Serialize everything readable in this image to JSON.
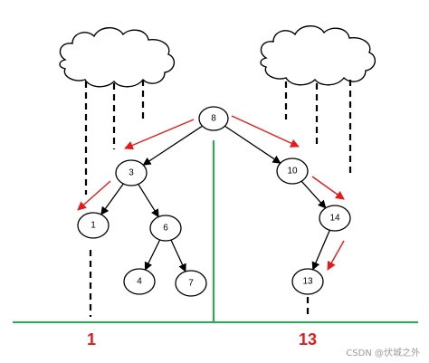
{
  "nodes": [
    {
      "id": "8",
      "label": "8"
    },
    {
      "id": "3",
      "label": "3"
    },
    {
      "id": "10",
      "label": "10"
    },
    {
      "id": "1",
      "label": "1"
    },
    {
      "id": "6",
      "label": "6"
    },
    {
      "id": "14",
      "label": "14"
    },
    {
      "id": "4",
      "label": "4"
    },
    {
      "id": "7",
      "label": "7"
    },
    {
      "id": "13",
      "label": "13"
    }
  ],
  "edges": [
    {
      "from": "8",
      "to": "3"
    },
    {
      "from": "8",
      "to": "10"
    },
    {
      "from": "3",
      "to": "1"
    },
    {
      "from": "3",
      "to": "6"
    },
    {
      "from": "6",
      "to": "4"
    },
    {
      "from": "6",
      "to": "7"
    },
    {
      "from": "10",
      "to": "14"
    },
    {
      "from": "14",
      "to": "13"
    }
  ],
  "results": {
    "left": "1",
    "right": "13"
  },
  "watermark": "CSDN @伏城之外",
  "colors": {
    "highlight_arrows": "#e8191b",
    "ground_line": "#22b14c",
    "result_text": "#e8191b"
  }
}
